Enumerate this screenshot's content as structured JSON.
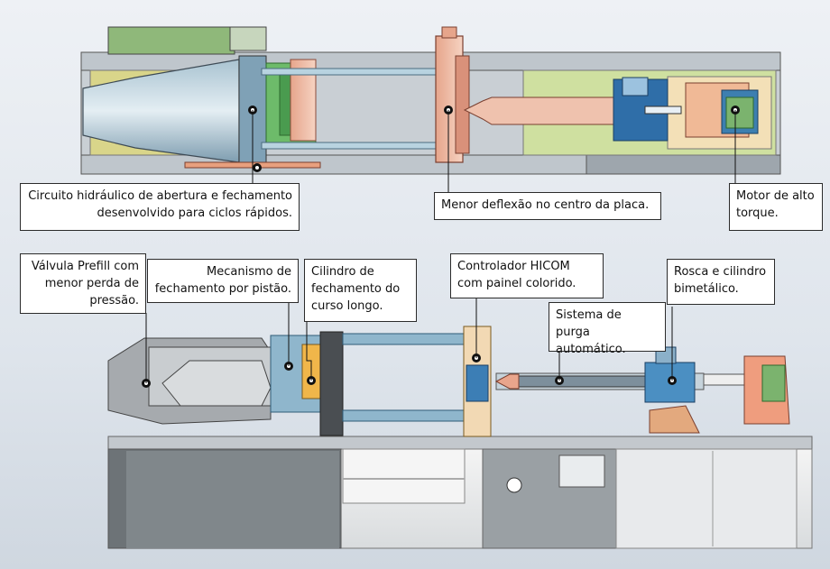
{
  "callouts": {
    "hydraulic_circuit": "Circuito hidráulico de abertura e fechamento desenvolvido para ciclos rápidos.",
    "less_deflection": "Menor deflexão no centro da placa.",
    "high_torque_motor": "Motor de alto torque.",
    "prefill_valve": "Válvula Prefill com menor perda de pressão.",
    "piston_closing": "Mecanismo de fechamento por pistão.",
    "long_stroke_cylinder": "Cilindro de fechamento do curso longo.",
    "hicom_controller": "Controlador HICOM com painel colorido.",
    "purge_system": "Sistema de purga automático.",
    "screw_barrel": "Rosca e cilindro bimetálico."
  },
  "colors": {
    "machine_blue": "#8fb6cc",
    "salmon": "#e7a98f",
    "green": "#7fbf7a",
    "olive": "#c8c870",
    "gray": "#b9bec3",
    "dark_blue": "#2f6ea8"
  }
}
